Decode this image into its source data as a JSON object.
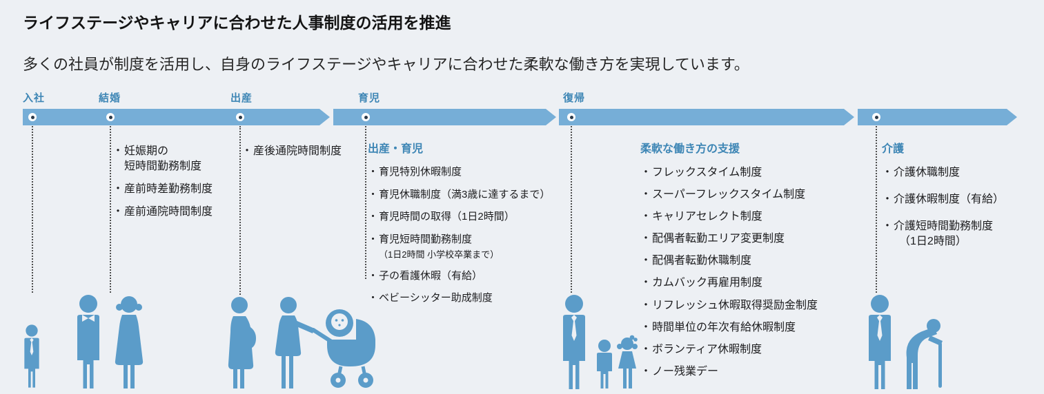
{
  "page": {
    "title": "ライフステージやキャリアに合わせた人事制度の活用を推進",
    "subtitle": "多くの社員が制度を活用し、自身のライフステージやキャリアに合わせた柔軟な働き方を実現しています。"
  },
  "glyphs": {
    "bullet": "・"
  },
  "timeline": {
    "stages": [
      {
        "label": "入社"
      },
      {
        "label": "結婚"
      },
      {
        "label": "出産"
      },
      {
        "label": "育児"
      },
      {
        "label": "復帰"
      }
    ]
  },
  "groups": [
    {
      "heading": "",
      "items": [
        {
          "text": "妊娠期の",
          "text2": "短時間勤務制度"
        },
        {
          "text": "産前時差勤務制度"
        },
        {
          "text": "産前通院時間制度"
        }
      ]
    },
    {
      "heading": "",
      "items": [
        {
          "text": "産後通院時間制度"
        }
      ]
    },
    {
      "heading": "出産・育児",
      "items": [
        {
          "text": "育児特別休暇制度"
        },
        {
          "text": "育児休職制度（満3歳に達するまで）"
        },
        {
          "text": "育児時間の取得（1日2時間）"
        },
        {
          "text": "育児短時間勤務制度",
          "text2": "（1日2時間 小学校卒業まで）"
        },
        {
          "text": "子の看護休暇（有給）"
        },
        {
          "text": "ベビーシッター助成制度"
        }
      ]
    },
    {
      "heading": "柔軟な働き方の支援",
      "items": [
        {
          "text": "フレックスタイム制度"
        },
        {
          "text": "スーパーフレックスタイム制度"
        },
        {
          "text": "キャリアセレクト制度"
        },
        {
          "text": "配偶者転勤エリア変更制度"
        },
        {
          "text": "配偶者転勤休職制度"
        },
        {
          "text": "カムバック再雇用制度"
        },
        {
          "text": "リフレッシュ休暇取得奨励金制度"
        },
        {
          "text": "時間単位の年次有給休暇制度"
        },
        {
          "text": "ボランティア休暇制度"
        },
        {
          "text": "ノー残業デー"
        }
      ]
    },
    {
      "heading": "介護",
      "items": [
        {
          "text": "介護休職制度"
        },
        {
          "text": "介護休暇制度（有給）"
        },
        {
          "text": "介護短時間勤務制度",
          "text2": "（1日2時間）"
        }
      ]
    }
  ],
  "icons": {
    "new_employee": "person-with-tie",
    "married_couple": "bride-and-groom",
    "pregnant_woman": "pregnant-woman",
    "mother_with_stroller": "mother-pushing-baby-stroller",
    "parent_with_children": "parent-with-two-children",
    "employee_with_elderly": "employee-and-elderly-person-with-cane"
  },
  "colors": {
    "background": "#edf0f4",
    "arrow": "#76aed7",
    "stage_label": "#3e86b5",
    "heading": "#3e86b5",
    "text": "#1d1d1f",
    "icon": "#5b9cc9",
    "dot_center": "#2b3a4a"
  }
}
